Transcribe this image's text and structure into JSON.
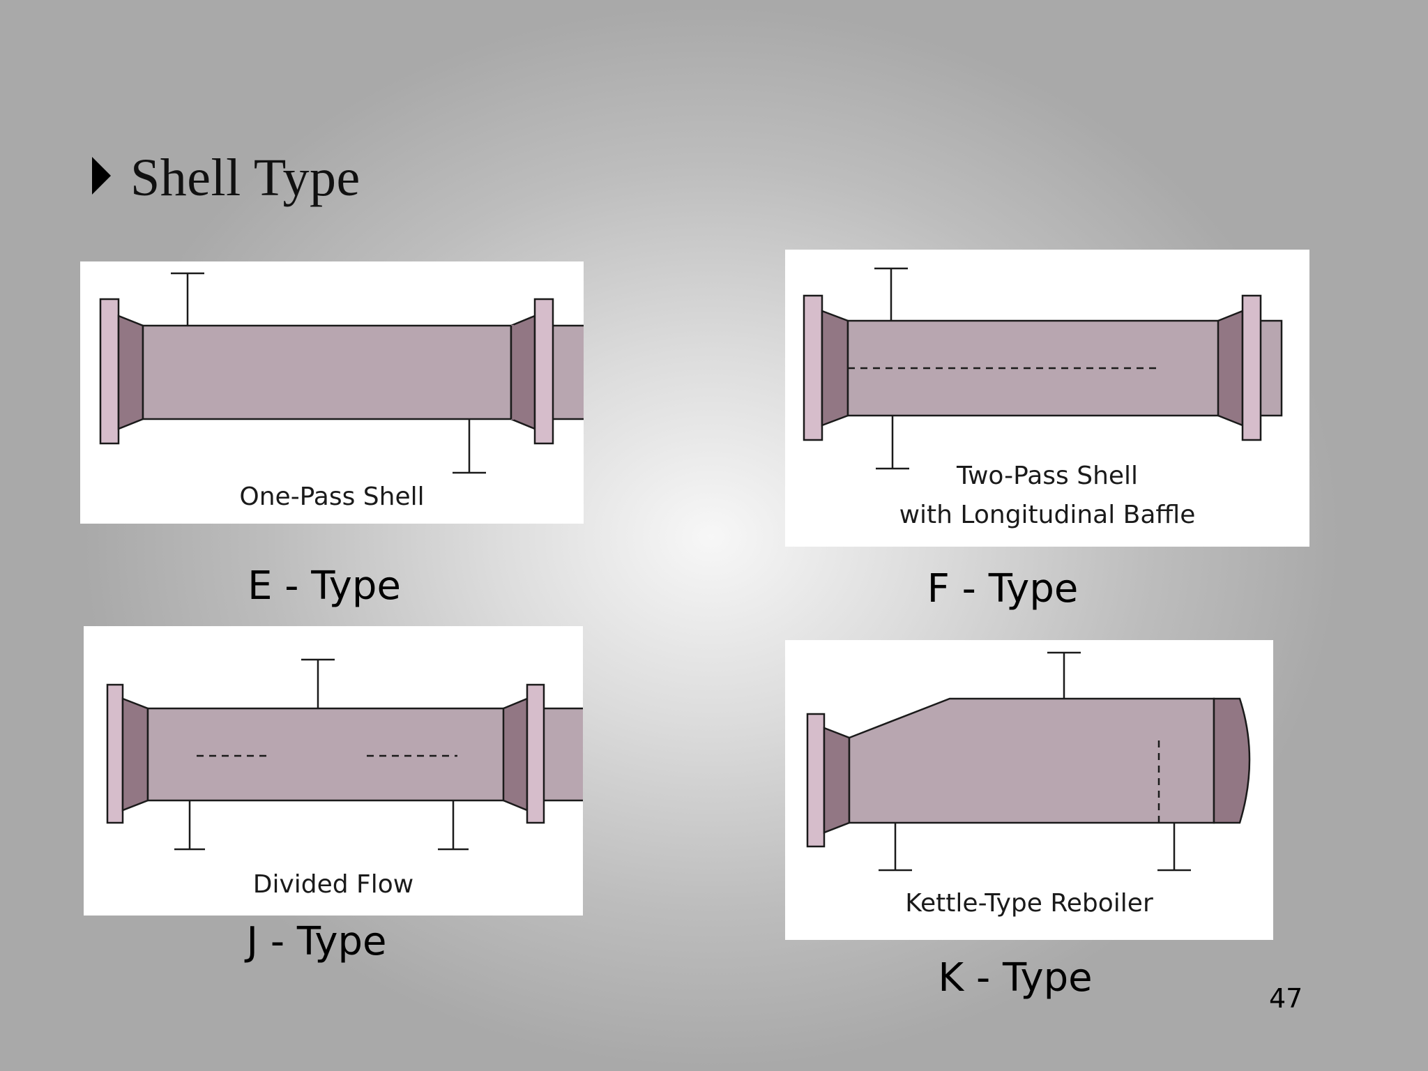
{
  "slide": {
    "title": "Shell Type",
    "page_number": "47"
  },
  "diagrams": [
    {
      "caption": "One-Pass Shell",
      "type_label": "E - Type"
    },
    {
      "caption_line1": "Two-Pass Shell",
      "caption_line2": "with Longitudinal Baffle",
      "type_label": "F - Type"
    },
    {
      "caption": "Divided Flow",
      "type_label": "J - Type"
    },
    {
      "caption": "Kettle-Type Reboiler",
      "type_label": "K - Type"
    }
  ],
  "colors": {
    "shell_body": "#b8a6b0",
    "shell_end": "#927784",
    "flange": "#d6bdcb",
    "outline": "#1a1a1a"
  }
}
